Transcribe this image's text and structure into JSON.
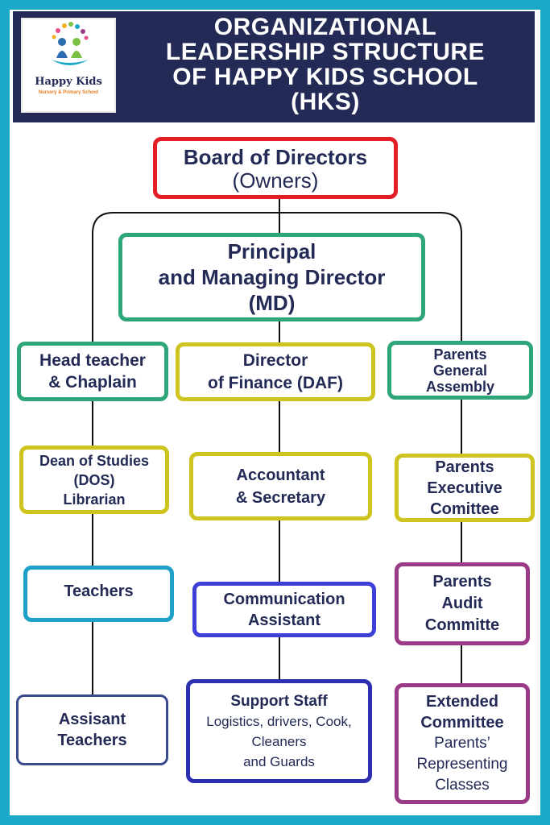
{
  "header": {
    "title_lines": [
      "ORGANIZATIONAL",
      "LEADERSHIP STRUCTURE",
      "OF HAPPY KIDS SCHOOL",
      "(HKS)"
    ],
    "logo_brand": "Happy Kids",
    "logo_sub": "Nursery & Primary School"
  },
  "colors": {
    "frame": "#1ca9c9",
    "header_bg": "#222a55",
    "red": "#e31e24",
    "green": "#2ea67a",
    "yellow": "#cfc31d",
    "cyan": "#1fa0c8",
    "blue": "#3d3fd6",
    "navy": "#2b2fb0",
    "purple": "#9b3a86",
    "slate": "#3b4a8c"
  },
  "nodes": {
    "board": {
      "line1": "Board of Directors",
      "line2": "(Owners)"
    },
    "principal": {
      "line1": "Principal",
      "line2": "and Managing Director",
      "line3": "(MD)"
    },
    "head_teacher": {
      "line1": "Head teacher",
      "line2": "& Chaplain"
    },
    "finance": {
      "line1": "Director",
      "line2": "of Finance (DAF)"
    },
    "parents_general": {
      "line1": "Parents",
      "line2": "General",
      "line3": "Assembly"
    },
    "dean": {
      "line1": "Dean of Studies",
      "line2": "(DOS)",
      "line3": "Librarian"
    },
    "accountant": {
      "line1": "Accountant",
      "line2": "& Secretary"
    },
    "parents_exec": {
      "line1": "Parents",
      "line2": "Executive",
      "line3": "Comittee"
    },
    "teachers": {
      "line1": "Teachers"
    },
    "communication": {
      "line1": "Communication",
      "line2": "Assistant"
    },
    "parents_audit": {
      "line1": "Parents",
      "line2": "Audit",
      "line3": "Committe"
    },
    "assistant_teachers": {
      "line1": "Assisant",
      "line2": "Teachers"
    },
    "support_staff": {
      "line1": "Support Staff",
      "line2": "Logistics, drivers, Cook,",
      "line3": "Cleaners",
      "line4": "and Guards"
    },
    "extended": {
      "line1": "Extended",
      "line2": "Committee",
      "line3": "Parents’",
      "line4": "Representing",
      "line5": "Classes"
    }
  }
}
